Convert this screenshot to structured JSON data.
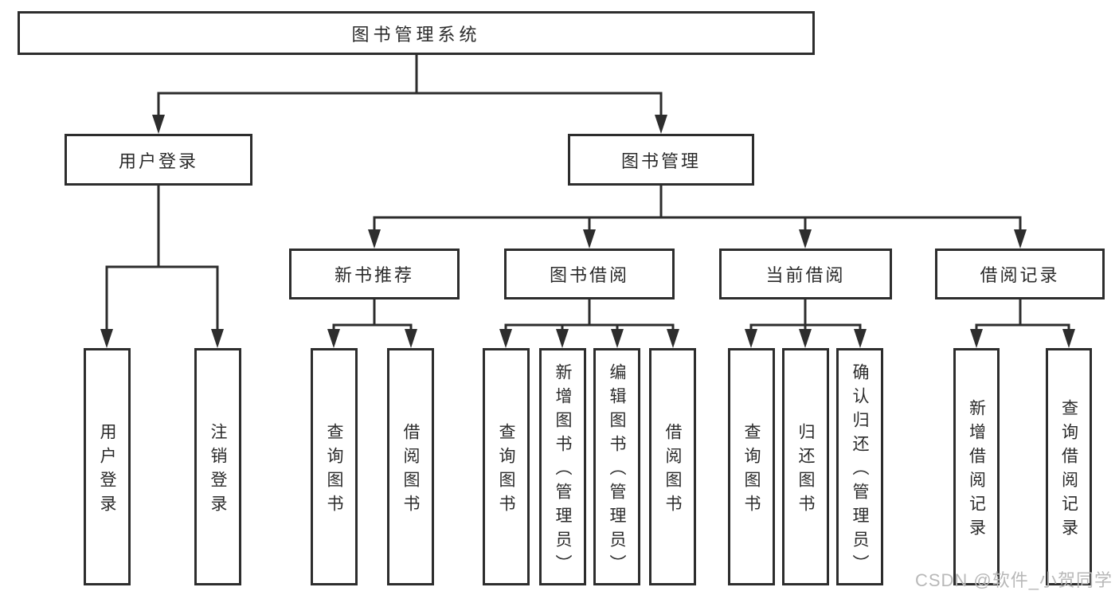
{
  "colors": {
    "background": "#ffffff",
    "stroke": "#2d2d2d",
    "text": "#2b2b2b",
    "watermark_text": "#b8b8b8"
  },
  "tree": {
    "label": "图书管理系统",
    "children": [
      {
        "label": "用户登录",
        "children": [
          {
            "label": "用户登录"
          },
          {
            "label": "注销登录"
          }
        ]
      },
      {
        "label": "图书管理",
        "children": [
          {
            "label": "新书推荐",
            "children": [
              {
                "label": "查询图书"
              },
              {
                "label": "借阅图书"
              }
            ]
          },
          {
            "label": "图书借阅",
            "children": [
              {
                "label": "查询图书"
              },
              {
                "label": "新增图书（管理员）"
              },
              {
                "label": "编辑图书（管理员）"
              },
              {
                "label": "借阅图书"
              }
            ]
          },
          {
            "label": "当前借阅",
            "children": [
              {
                "label": "查询图书"
              },
              {
                "label": "归还图书"
              },
              {
                "label": "确认归还（管理员）"
              }
            ]
          },
          {
            "label": "借阅记录",
            "children": [
              {
                "label": "新增借阅记录"
              },
              {
                "label": "查询借阅记录"
              }
            ]
          }
        ]
      }
    ]
  },
  "watermark": {
    "text": "CSDN @软件_小贺同学"
  }
}
